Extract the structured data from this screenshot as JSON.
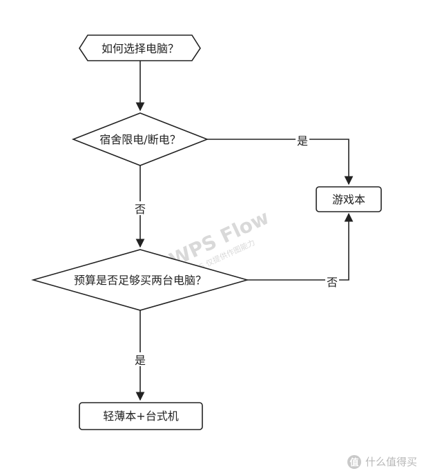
{
  "diagram": {
    "nodes": {
      "start": {
        "label": "如何选择电脑？"
      },
      "decision1": {
        "label": "宿舍限电/断电？"
      },
      "decision2": {
        "label": "预算是否足够买两台电脑？"
      },
      "gaming": {
        "label": "游戏本"
      },
      "combo": {
        "label": "轻薄本+台式机"
      }
    },
    "edges": {
      "d1_yes": {
        "label": "是"
      },
      "d1_no": {
        "label": "否"
      },
      "d2_no": {
        "label": "否"
      },
      "d2_yes": {
        "label": "是"
      }
    }
  },
  "watermark": {
    "title": "WPS Flow",
    "subtitle": "WPS 仅提供作图能力"
  },
  "corner_brand": {
    "logo": "值",
    "text": "什么值得买"
  }
}
